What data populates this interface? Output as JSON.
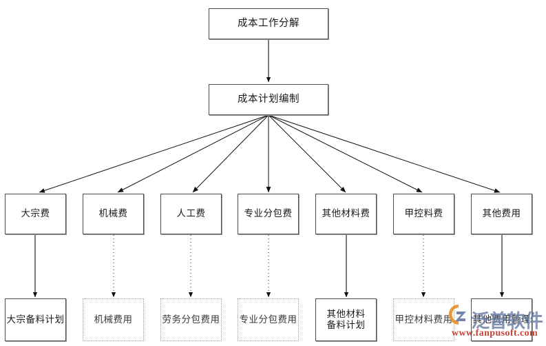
{
  "diagram": {
    "type": "flowchart",
    "title": "成本工作分解",
    "orientation": "top-down",
    "levels": 3,
    "colors": {
      "box_border_solid": "#4d4d4d",
      "box_border_dotted": "#9b9b9b",
      "box_shadow": "#9a9a9a",
      "connector": "#1a1a1a",
      "background": "#ffffff",
      "watermark_text": "#c0392b",
      "watermark_brand": "#6b7fa6",
      "watermark_logo_orange": "#e8952e",
      "watermark_logo_blue": "#6b7fa6"
    },
    "root": {
      "label": "成本工作分解"
    },
    "plan": {
      "label": "成本计划编制"
    },
    "categories": [
      {
        "label": "大宗费",
        "connector": "solid"
      },
      {
        "label": "机械费",
        "connector": "dotted"
      },
      {
        "label": "人工费",
        "connector": "dotted"
      },
      {
        "label": "专业分包费",
        "connector": "dotted"
      },
      {
        "label": "其他材料费",
        "connector": "solid"
      },
      {
        "label": "甲控料费",
        "connector": "dotted"
      },
      {
        "label": "其他费用",
        "connector": "solid"
      }
    ],
    "deliverables": [
      {
        "label": "大宗备料计划",
        "style": "solid"
      },
      {
        "label": "机械费用",
        "style": "dotted"
      },
      {
        "label": "劳务分包费用",
        "style": "dotted"
      },
      {
        "label": "专业分包费用",
        "style": "dotted"
      },
      {
        "label": "其他材料\n备料计划",
        "style": "solid"
      },
      {
        "label": "甲控材料费用",
        "style": "dotted"
      },
      {
        "label": "其他费用管理",
        "style": "solid"
      }
    ]
  },
  "watermark": {
    "brand": "泛普软件",
    "url": "www.fanpusoft.com",
    "logo_name": "fanpu-logo"
  }
}
